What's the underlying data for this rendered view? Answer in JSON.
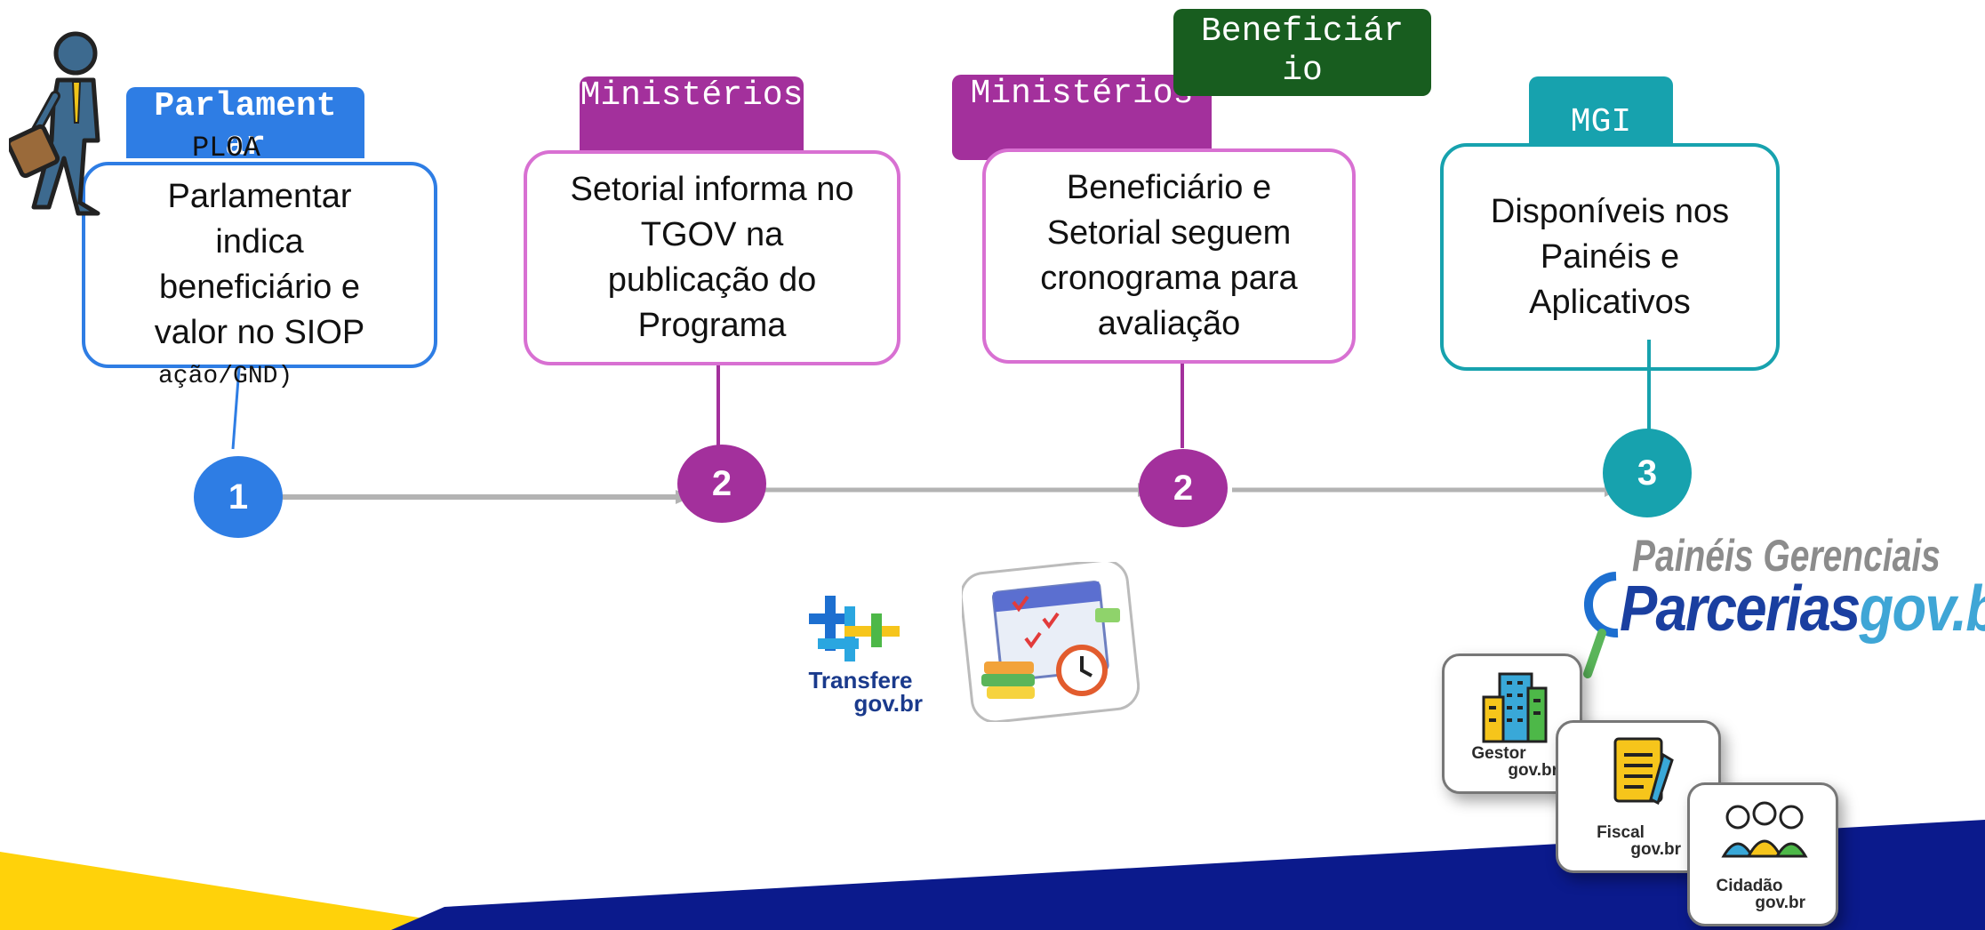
{
  "colors": {
    "blue": "#2e7de4",
    "purple": "#a3309c",
    "purple_light": "#d870d2",
    "green": "#185d1f",
    "teal": "#17a2ae",
    "arrow": "#b3b3b3",
    "navy": "#0b1a8c",
    "yellow": "#ffd20a"
  },
  "steps": [
    {
      "tag": "Parlament ar",
      "tag_extra": "PLOA",
      "text_lines": [
        "Parlamentar",
        "indica",
        "beneficiário e",
        "valor no SIOP"
      ],
      "below_text": "ação/GND)",
      "number": "1"
    },
    {
      "tag": "Ministérios",
      "text_lines": [
        "Setorial informa no",
        "TGOV na",
        "publicação do",
        "Programa"
      ],
      "number": "2"
    },
    {
      "tag": "Ministérios",
      "tag2": "Beneficiário",
      "text_lines": [
        "Beneficiário e",
        "Setorial seguem",
        "cronograma para",
        "avaliação"
      ],
      "number": "2"
    },
    {
      "tag": "MGI",
      "text_lines": [
        "Disponíveis nos",
        "Painéis e",
        "Aplicativos"
      ],
      "number": "3"
    }
  ],
  "logos": {
    "transfere_line1": "Transfere",
    "transfere_line2": "gov.br",
    "paineis_title": "Painéis Gerenciais",
    "parcerias_a": "Parcerias",
    "parcerias_b": "gov.br"
  },
  "apps": [
    {
      "name": "Gestor",
      "suffix": "gov.br",
      "icon": "building-icon"
    },
    {
      "name": "Fiscal",
      "suffix": "gov.br",
      "icon": "clipboard-icon"
    },
    {
      "name": "Cidadão",
      "suffix": "gov.br",
      "icon": "people-icon"
    }
  ]
}
